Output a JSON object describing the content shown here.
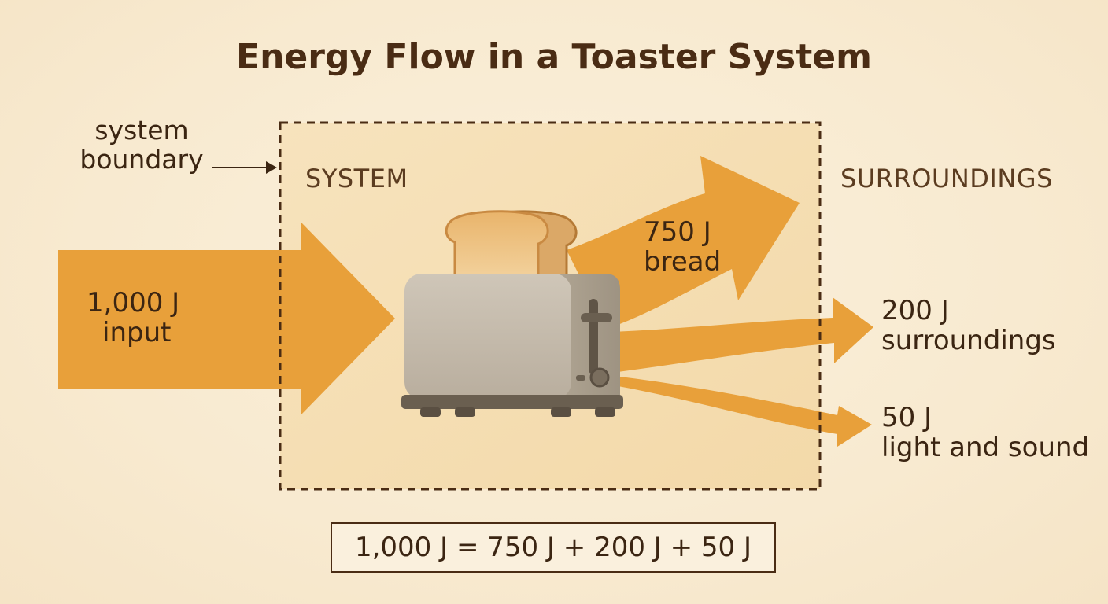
{
  "title": "Energy Flow in a Toaster System",
  "boundary_label": [
    "system",
    "boundary"
  ],
  "system_label": "SYSTEM",
  "surroundings_label": "SURROUNDINGS",
  "flows": {
    "input": {
      "value": "1,000 J",
      "label": "input",
      "joules": 1000
    },
    "bread": {
      "value": "750 J",
      "label": "bread",
      "joules": 750
    },
    "surroundings": {
      "value": "200 J",
      "label": "surroundings",
      "joules": 200
    },
    "light_sound": {
      "value": "50 J",
      "label": "light and sound",
      "joules": 50
    }
  },
  "equation": "1,000 J = 750 J + 200 J + 50 J",
  "colors": {
    "background": "#f8ebd3",
    "system_fill": "#f6dfb4",
    "arrow": "#e8a03a",
    "boundary": "#4a2c14",
    "text": "#3b2512",
    "toaster_body": "#c9bfb0",
    "toast": "#eabc7a"
  }
}
